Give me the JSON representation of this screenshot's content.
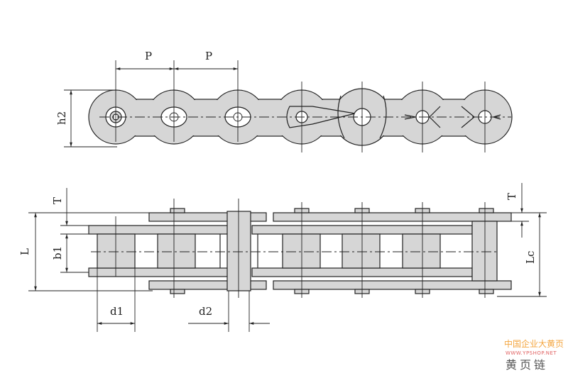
{
  "labels": {
    "pitch_1": "P",
    "pitch_2": "P",
    "h2": "h2",
    "T_left": "T",
    "L": "L",
    "b1": "b1",
    "d1": "d1",
    "d2": "d2",
    "T_right": "T",
    "Lc": "Lc"
  },
  "watermark": {
    "line1": "中国企业大黄页",
    "line2": "WWW.YPSHOP.NET",
    "line3": "黄页链"
  },
  "colors": {
    "part_fill": "#d6d6d6",
    "line": "#222222",
    "watermark_orange": "#f4a640"
  }
}
